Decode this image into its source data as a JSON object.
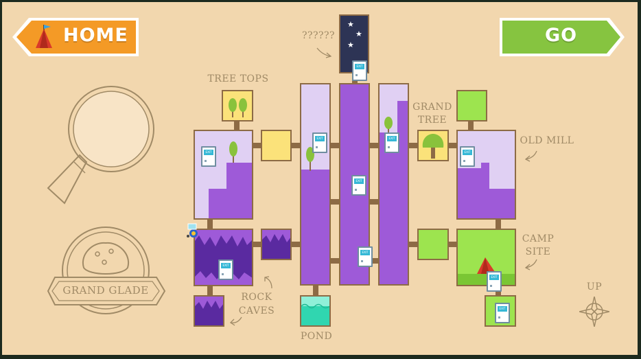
{
  "header": {
    "home_label": "HOME",
    "go_label": "GO"
  },
  "map_labels": {
    "mystery": "??????",
    "tree_tops": "TREE TOPS",
    "grand_tree_1": "GRAND",
    "grand_tree_2": "TREE",
    "old_mill": "OLD MILL",
    "camp_site_1": "CAMP",
    "camp_site_2": "SITE",
    "rock_caves_1": "ROCK",
    "rock_caves_2": "CAVES",
    "pond": "POND",
    "compass": "UP"
  },
  "area_badge": {
    "name": "GRAND GLADE"
  },
  "exit_sign": "EXIT",
  "colors": {
    "background": "#f2d7ae",
    "home_orange": "#f49a26",
    "go_green": "#86c440",
    "purple": "#9e5ad8",
    "lavender": "#e0d0f3",
    "dark_cave": "#5a2aa0",
    "yellow": "#fbe27a",
    "lime": "#9de44f",
    "night_sky": "#2d3455",
    "pond_teal": "#30d6b0"
  }
}
